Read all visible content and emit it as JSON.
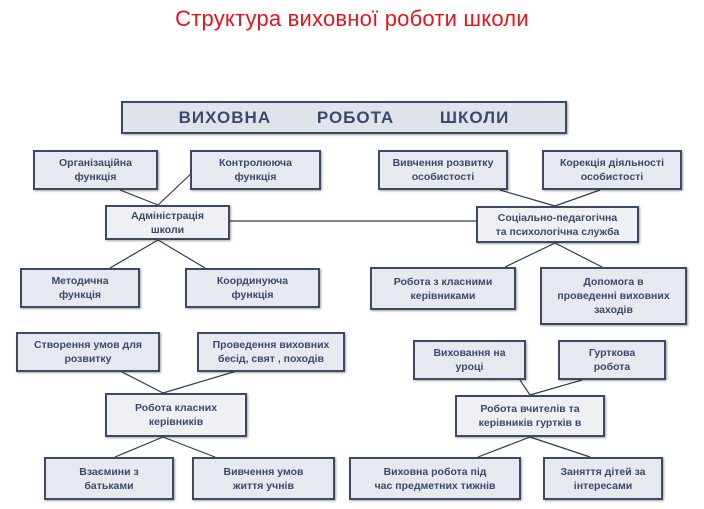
{
  "title": "Структура  виховної роботи  школи",
  "main": "ВИХОВНА       РОБОТА        ШКОЛИ",
  "boxes": {
    "org": "Організаційна\nфункція",
    "control": "Контролююча\nфункція",
    "admin": "Адміністрація\nшколи",
    "method": "Методична\nфункція",
    "coord": "Координуюча\nфункція",
    "study": "Вивчення розвитку\nособистості",
    "correction": "Корекція діяльності\nособистості",
    "social": "Соціально-педагогічна\nта психологічна служба",
    "class_work": "Робота з класними\nкерівниками",
    "help": "Допомога в\nпроведенні виховних\nзаходів",
    "conditions": "Створення умов для\nрозвитку",
    "conversations": "Проведення виховних\nбесід,  свят , походів",
    "class_teachers": "Робота класних\nкерівників",
    "parents": "Взаємини з\nбатьками",
    "life": "Вивчення умов\nжиття учнів",
    "lesson": "Виховання на\nуроці",
    "clubs": "Гурткова\nробота",
    "teachers": "Робота вчителів та\nкерівників гуртків в",
    "subject_weeks": "Виховна робота під\nчас предметних  тижнів",
    "interests": "Заняття дітей за\nінтересами"
  }
}
